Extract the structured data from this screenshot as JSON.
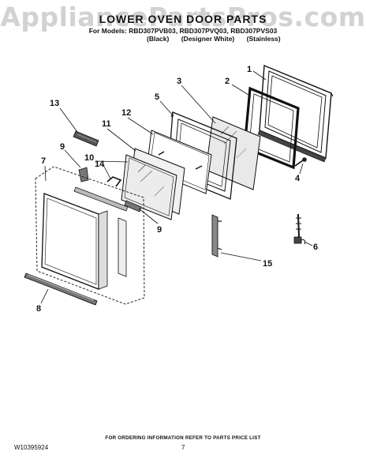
{
  "watermark": "AppliancePartsPros.com",
  "title": "LOWER OVEN DOOR PARTS",
  "models_line": "For Models: RBD307PVB03, RBD307PVQ03, RBD307PVS03",
  "finishes": [
    "(Black)",
    "(Designer White)",
    "(Stainless)"
  ],
  "callouts": [
    "1",
    "2",
    "3",
    "4",
    "5",
    "6",
    "7",
    "8",
    "9",
    "9",
    "10",
    "11",
    "12",
    "13",
    "14",
    "15"
  ],
  "footer": {
    "ordering_note": "FOR ORDERING INFORMATION REFER TO PARTS PRICE LIST",
    "doc_number": "W10395924",
    "page_number": "7"
  }
}
